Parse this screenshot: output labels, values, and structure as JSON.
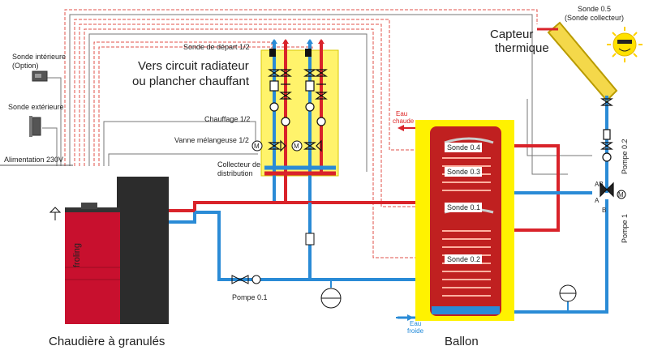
{
  "labels": {
    "sonde_interieure": "Sonde intérieure",
    "sonde_interieure_option": "(Option)",
    "sonde_exterieure": "Sonde extérieure",
    "alimentation": "Alimentation 230V",
    "sonde_depart": "Sonde de départ 1/2",
    "vers_circuit_line1": "Vers circuit radiateur",
    "vers_circuit_line2": "ou plancher chauffant",
    "chauffage": "Chauffage 1/2",
    "vanne": "Vanne mélangeuse 1/2",
    "collecteur_line1": "Collecteur de",
    "collecteur_line2": "distribution",
    "pompe_01": "Pompe 0.1",
    "chaudiere": "Chaudière à granulés",
    "ballon": "Ballon",
    "eau_chaude_line1": "Eau",
    "eau_chaude_line2": "chaude",
    "eau_froide_line1": "Eau",
    "eau_froide_line2": "froide",
    "sonde_04": "Sonde 0.4",
    "sonde_03": "Sonde 0.3",
    "sonde_01": "Sonde 0.1",
    "sonde_02": "Sonde 0.2",
    "sonde_05_line1": "Sonde 0.5",
    "sonde_05_line2": "(Sonde collecteur)",
    "capteur_line1": "Capteur",
    "capteur_line2": "thermique",
    "pompe_02": "Pompe 0.2",
    "pompe_1": "Pompe 1",
    "valve_ab": "AB",
    "valve_a": "A",
    "valve_b": "B",
    "valve_m": "M",
    "mixer_m": "M",
    "brand": "froling"
  },
  "colors": {
    "hot": "#d9232a",
    "cold": "#2a8bd6",
    "boiler_red": "#c8102e",
    "boiler_dark": "#2c2c2c",
    "tank_yellow": "#fff200",
    "signal_red": "#e0504a",
    "signal_grey": "#777777"
  }
}
